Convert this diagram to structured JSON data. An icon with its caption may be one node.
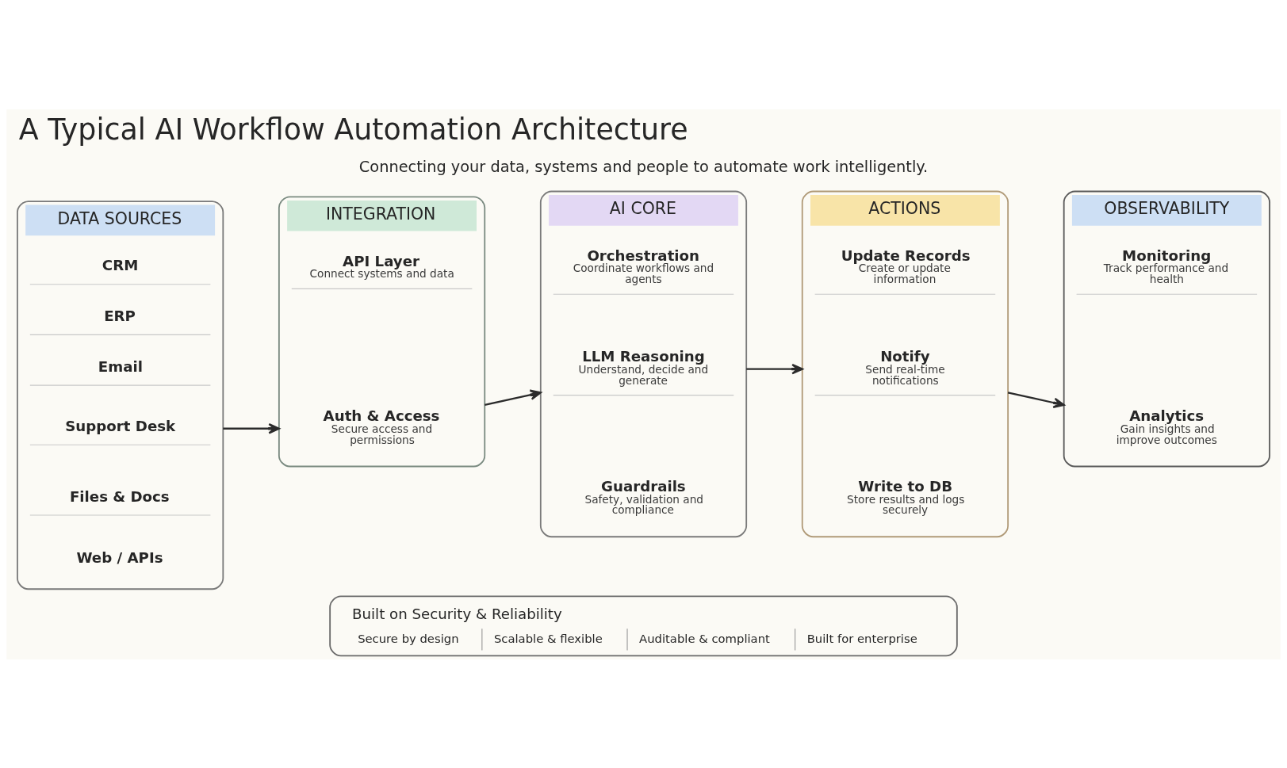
{
  "diagram": {
    "title": "A Typical AI Workflow Automation Architecture",
    "nodes": [
      {
        "text": [
          "DATA SOURCES"
        ]
      },
      {
        "text": [
          "CRM"
        ],
        "in": 0
      },
      {
        "text": [
          "ERP"
        ],
        "in": 0
      },
      {
        "text": [
          "Email"
        ],
        "in": 0
      },
      {
        "text": [
          "Support Desk"
        ],
        "in": 0
      },
      {
        "text": [
          "Files & Docs"
        ],
        "in": 0
      },
      {
        "text": [
          "Web / APIs"
        ],
        "in": 0
      },
      {
        "text": [
          "INTEGRATION"
        ]
      },
      {
        "text": [
          "API Layer",
          "Connect systems and data"
        ],
        "in": 7
      },
      {
        "text": [
          "Auth & Access",
          "Secure access and permissions"
        ],
        "in": 7
      },
      {
        "text": [
          "AI CORE"
        ]
      },
      {
        "text": [
          "Orchestration",
          "Coordinate workflows and agents"
        ],
        "in": 10
      },
      {
        "text": [
          "LLM Reasoning",
          "Understand, decide and generate"
        ],
        "in": 10
      },
      {
        "text": [
          "Guardrails",
          "Safety, validation and compliance"
        ],
        "in": 10
      },
      {
        "text": [
          "ACTIONS"
        ]
      },
      {
        "text": [
          "Update Records",
          "Create or update information"
        ],
        "in": 14
      },
      {
        "text": [
          "Notify",
          "Send real-time notifications"
        ],
        "in": 14
      },
      {
        "text": [
          "Write to DB",
          "Store results and logs securely"
        ],
        "in": 14
      },
      {
        "text": [
          "OBSERVABILITY"
        ]
      },
      {
        "text": [
          "Monitoring",
          "Track performance and health"
        ],
        "in": 18
      },
      {
        "text": [
          "Analytics",
          "Gain insights and improve outcomes"
        ],
        "in": 18
      },
      {
        "text": [
          "Built on Security & Reliability",
          "Secure by design",
          "Scalable & flexible",
          "Auditable & compliant",
          "Built for enterprise"
        ]
      }
    ],
    "edges": [
      {
        "from": 0,
        "to": 7,
        "arrow": "to"
      },
      {
        "from": 7,
        "to": 10,
        "arrow": "to"
      },
      {
        "from": 10,
        "to": 14,
        "arrow": "to"
      },
      {
        "from": 14,
        "to": 18,
        "arrow": "to"
      }
    ],
    "labels": [
      "Connecting your data, systems and people to automate work intelligently."
    ]
  }
}
